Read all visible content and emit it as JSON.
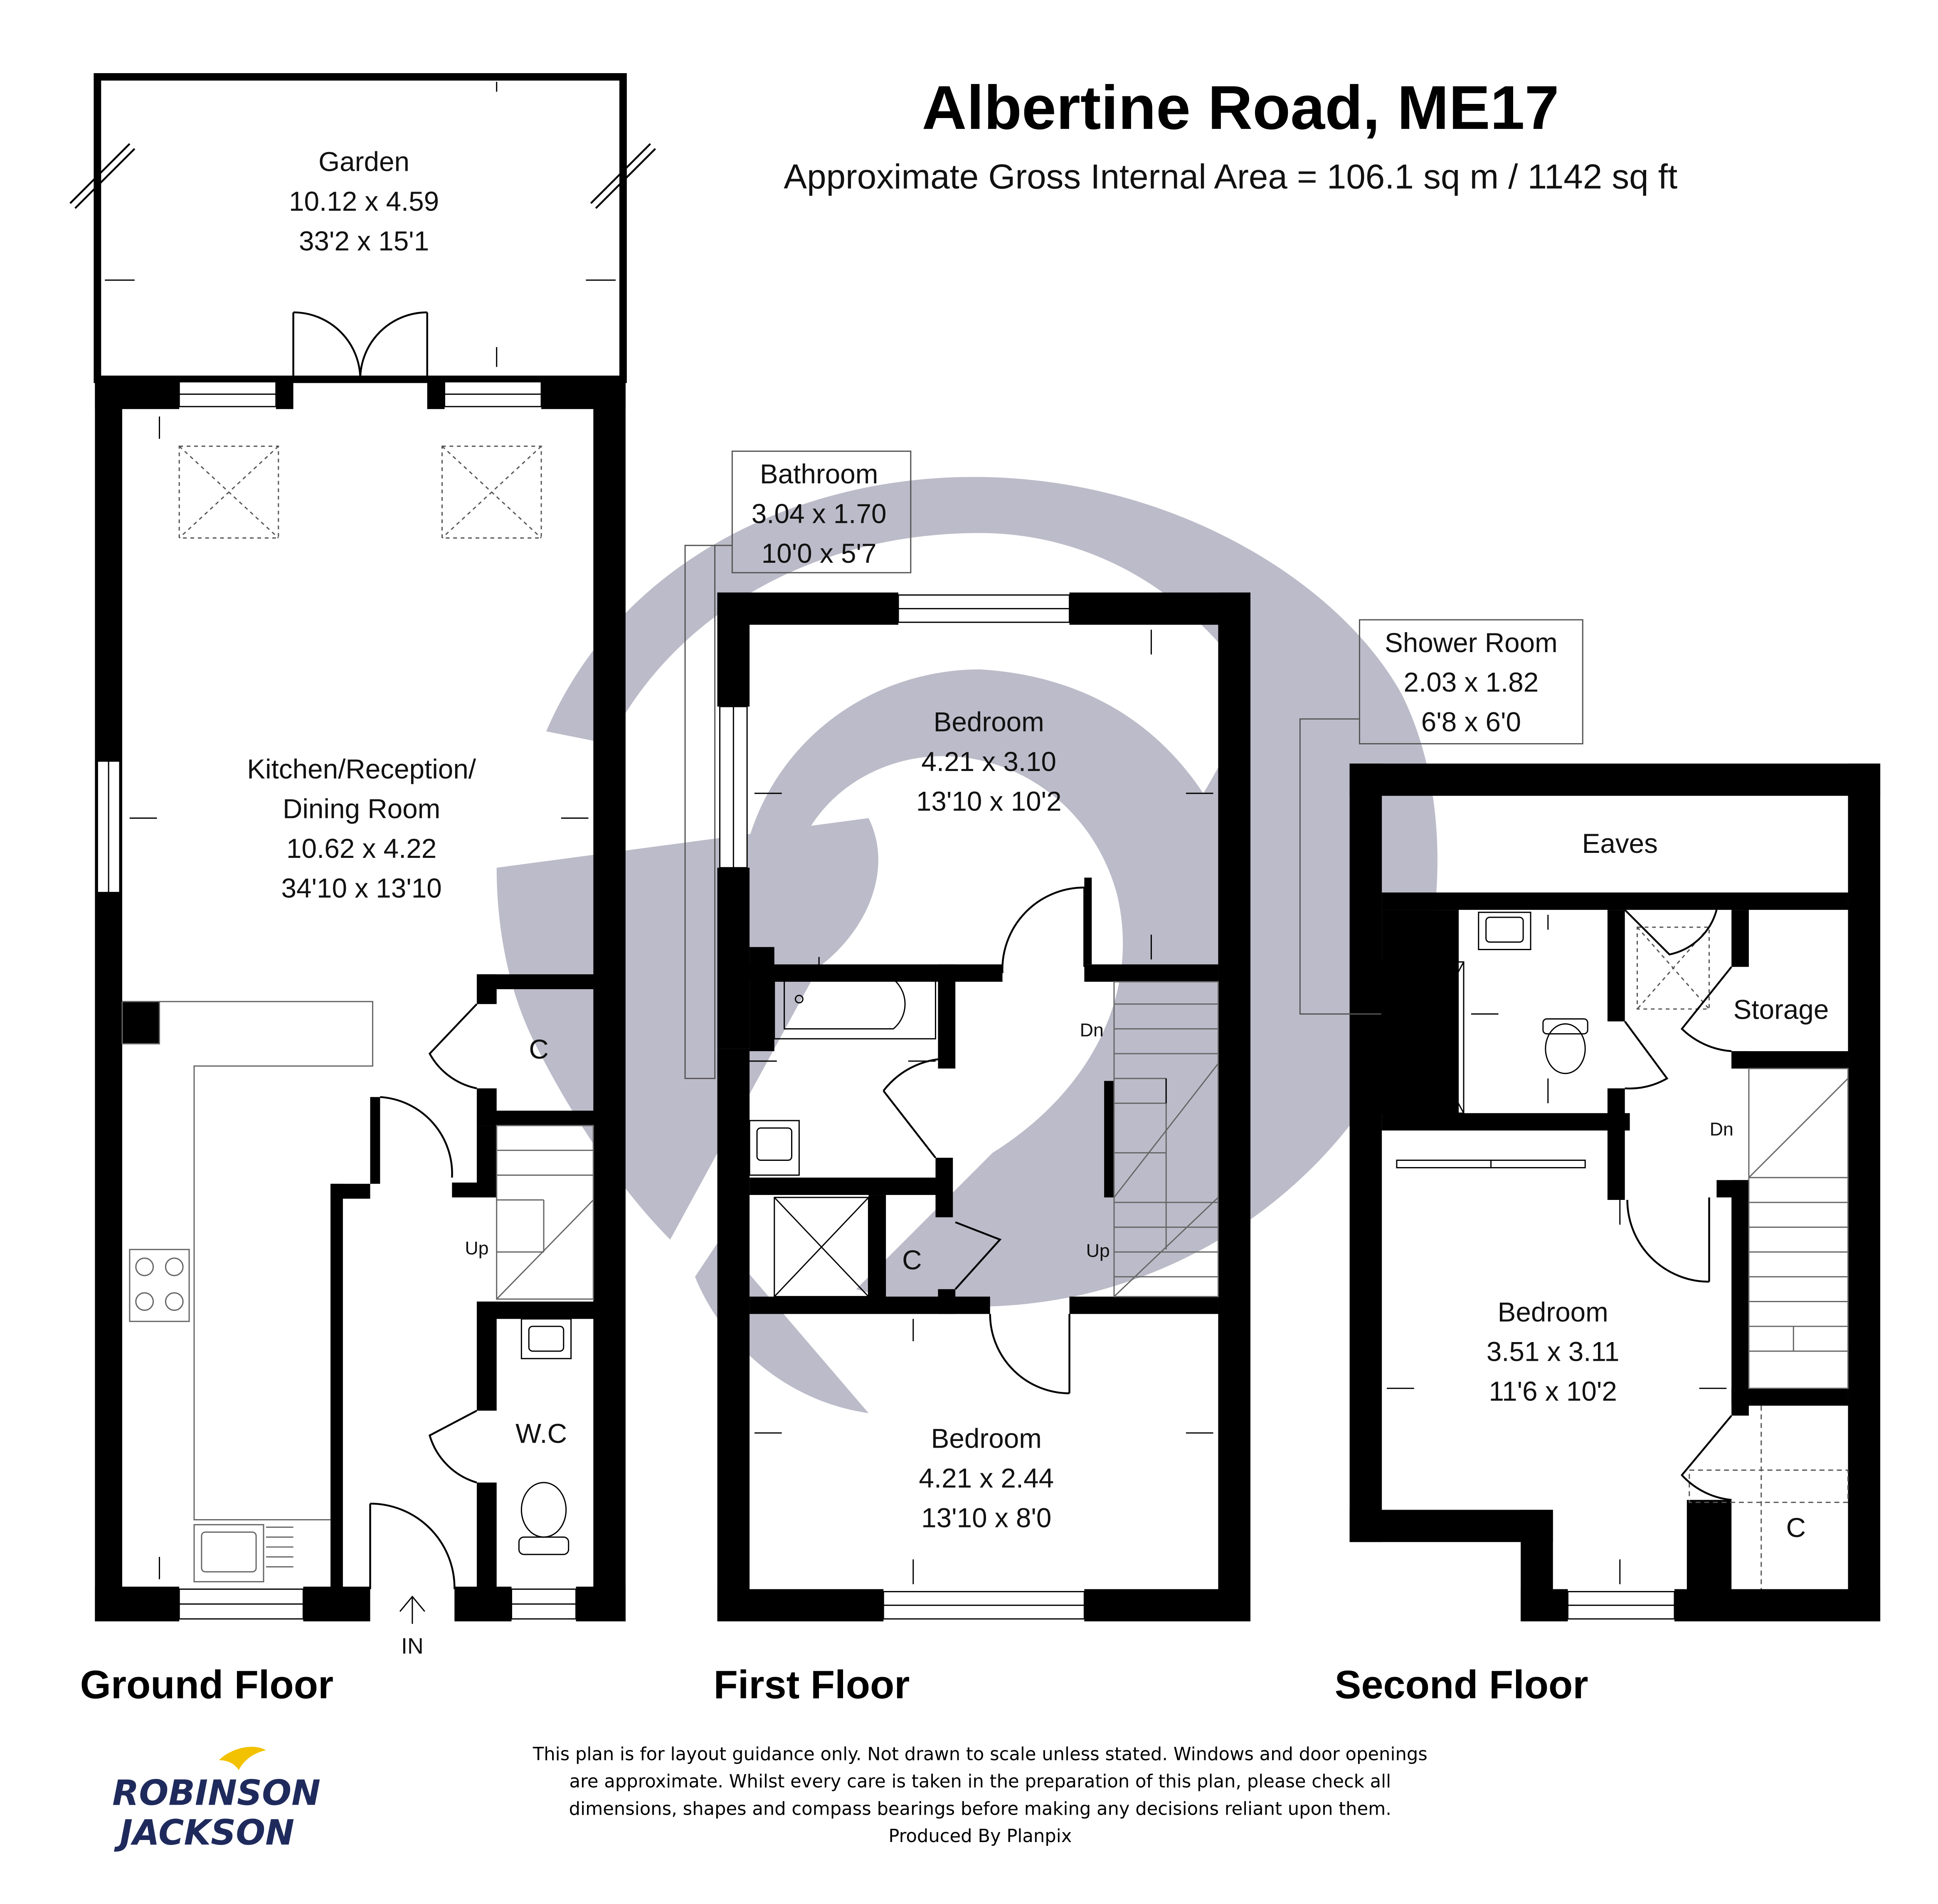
{
  "header": {
    "title": "Albertine Road, ME17",
    "area": "Approximate Gross Internal Area =  106.1 sq m / 1142 sq ft"
  },
  "floors": {
    "ground": "Ground Floor",
    "first": "First Floor",
    "second": "Second Floor"
  },
  "rooms": {
    "garden": {
      "name": "Garden",
      "metric": "10.12 x 4.59",
      "imperial": "33'2 x 15'1"
    },
    "kitchen": {
      "name1": "Kitchen/Reception/",
      "name2": "Dining Room",
      "metric": "10.62 x 4.22",
      "imperial": "34'10 x 13'10"
    },
    "ground_cupboard": {
      "name": "C"
    },
    "wc": {
      "name": "W.C"
    },
    "bathroom": {
      "name": "Bathroom",
      "metric": "3.04 x 1.70",
      "imperial": "10'0 x 5'7"
    },
    "first_bedroom_front": {
      "name": "Bedroom",
      "metric": "4.21 x 3.10",
      "imperial": "13'10 x 10'2"
    },
    "first_bedroom_rear": {
      "name": "Bedroom",
      "metric": "4.21 x 2.44",
      "imperial": "13'10 x 8'0"
    },
    "first_cupboard": {
      "name": "C"
    },
    "shower_room": {
      "name": "Shower Room",
      "metric": "2.03 x 1.82",
      "imperial": "6'8 x 6'0"
    },
    "eaves": {
      "name": "Eaves"
    },
    "storage": {
      "name": "Storage"
    },
    "second_bedroom": {
      "name": "Bedroom",
      "metric": "3.51 x 3.11",
      "imperial": "11'6 x 10'2"
    },
    "second_cupboard": {
      "name": "C"
    }
  },
  "stairs": {
    "ground_up": "Up",
    "first_dn": "Dn",
    "first_up": "Up",
    "second_dn": "Dn"
  },
  "entrance": "IN",
  "disclaimer": [
    "This plan is for layout guidance only. Not drawn to scale unless stated. Windows and door openings",
    "are approximate. Whilst every care is taken in the preparation of this plan, please check all",
    "dimensions, shapes and compass bearings before making any decisions reliant upon them.",
    "Produced By Planpix"
  ],
  "logo": {
    "line1": "ROBINSON",
    "line2": "JACKSON"
  },
  "colors": {
    "wall": "#000000",
    "watermark": "#bcbbc9",
    "logo_blue": "#1f2a5c",
    "logo_yellow": "#f2c200"
  }
}
